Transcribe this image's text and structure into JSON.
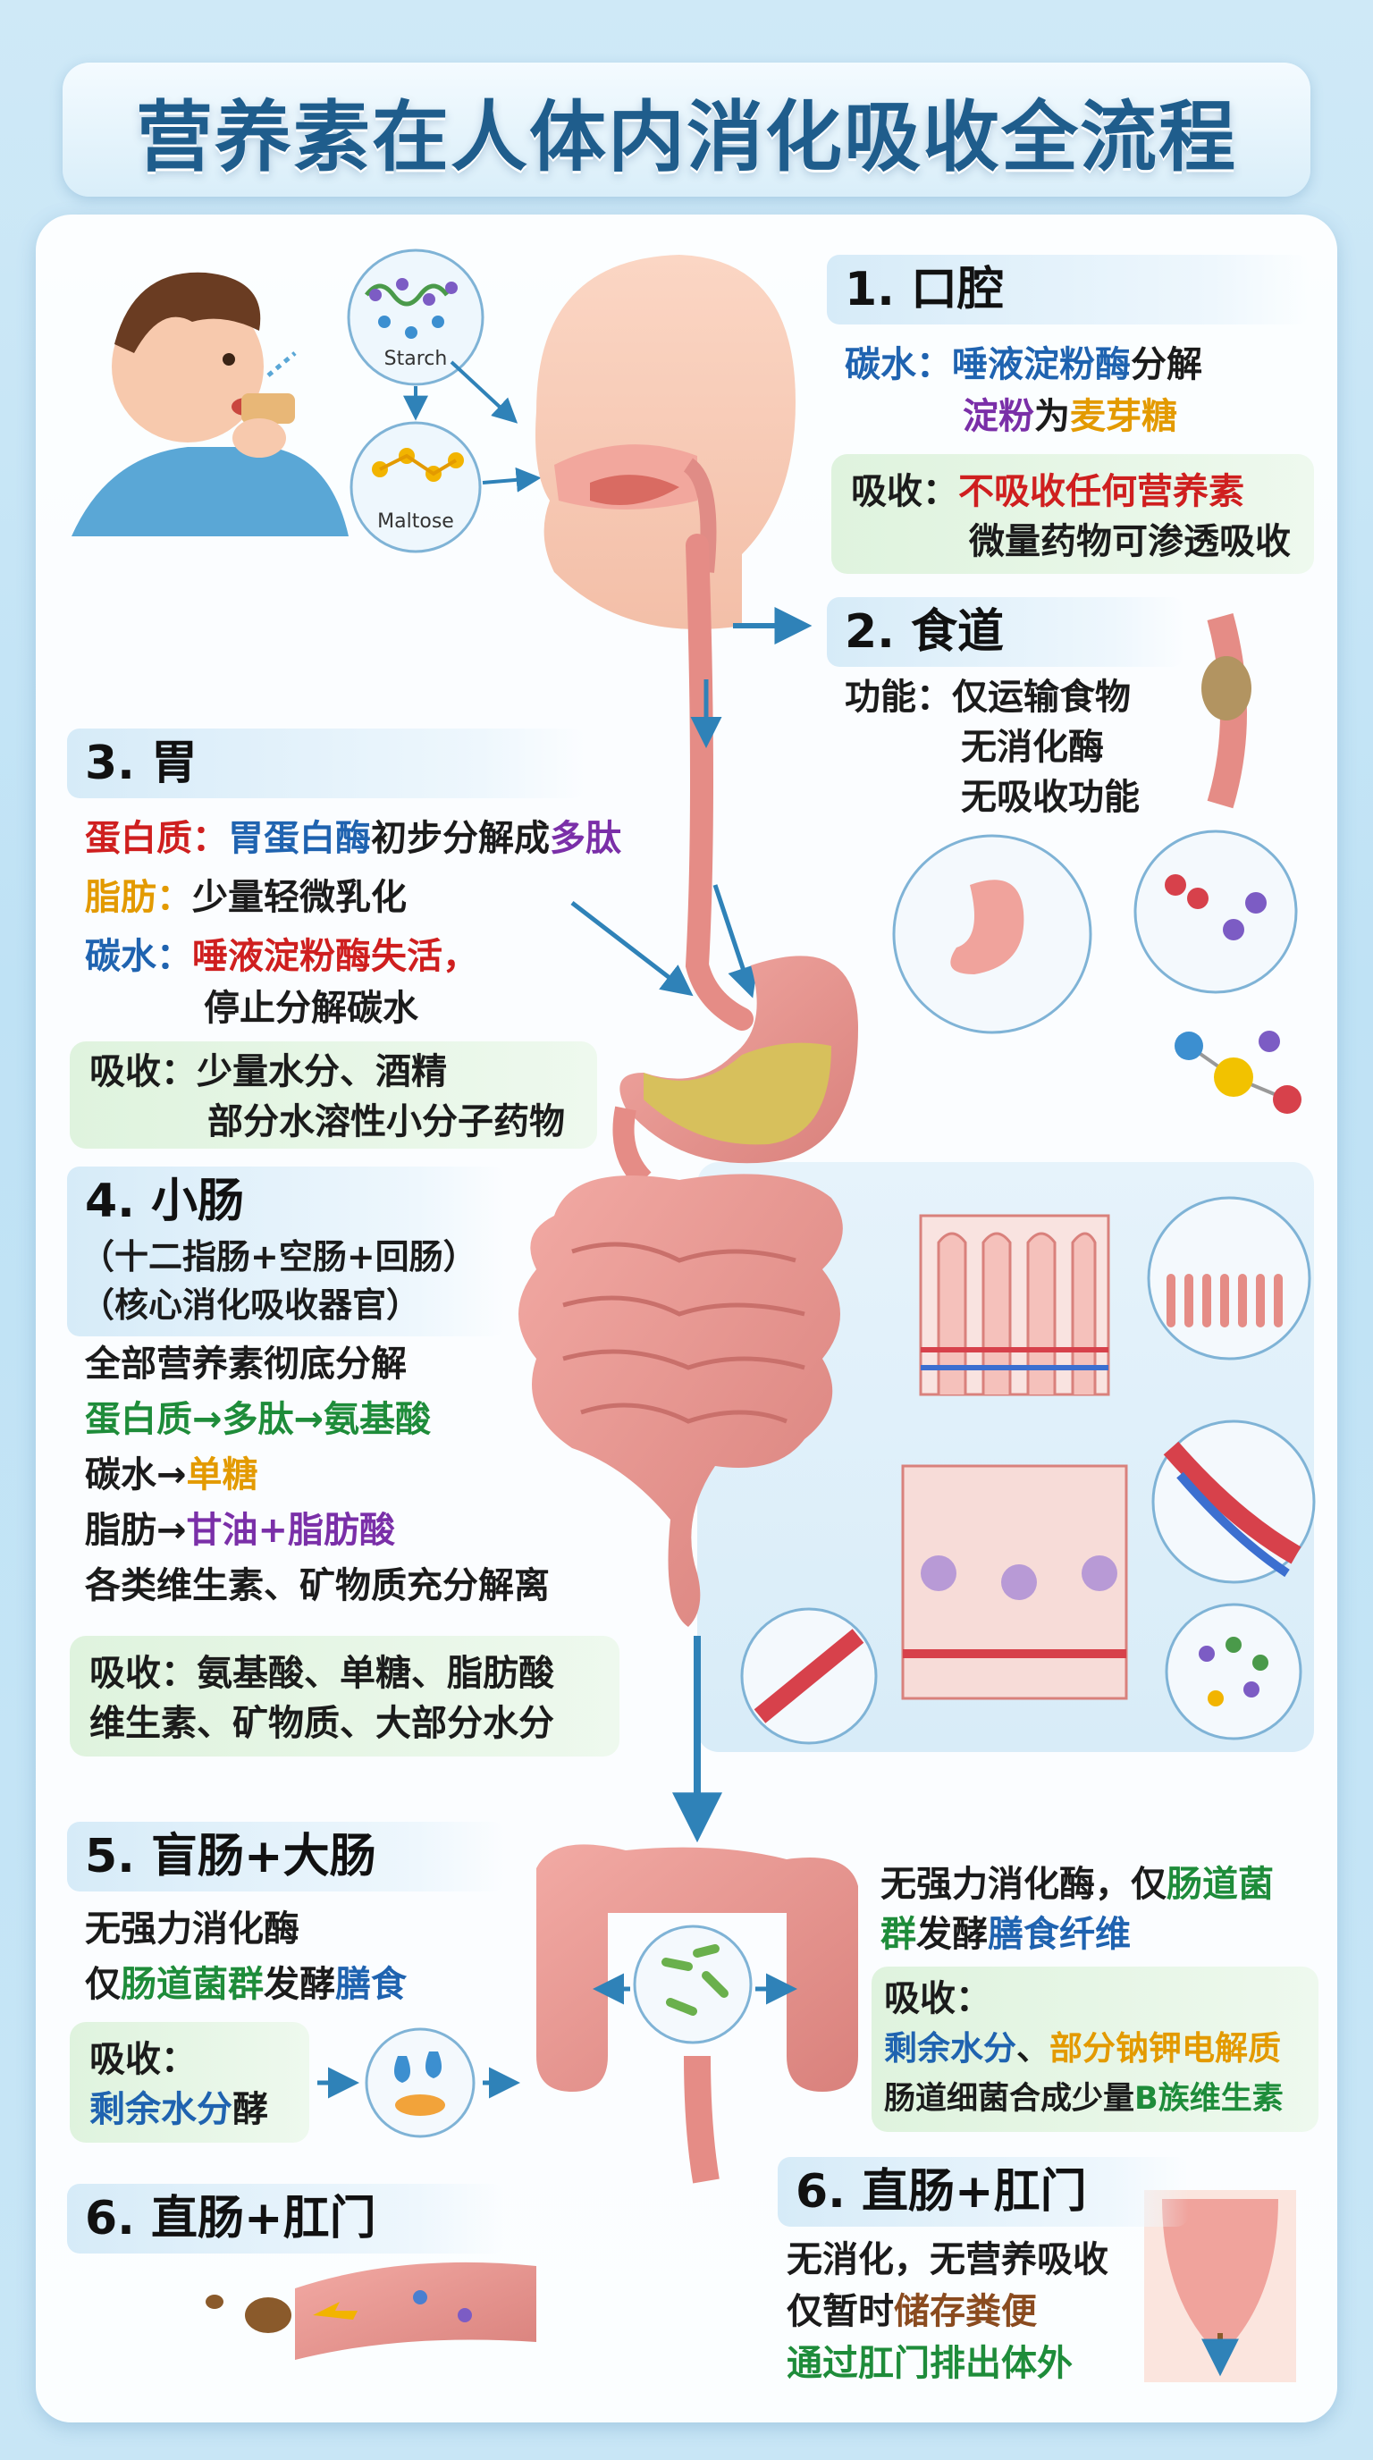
{
  "title": "营养素在人体内消化吸收全流程",
  "illustration_labels": {
    "starch": "Starch",
    "maltose": "Maltose"
  },
  "stage1": {
    "heading": "1. 口腔",
    "carb_label": "碳水：",
    "carb_enzyme": "唾液淀粉酶",
    "carb_action": "分解",
    "carb_from": "淀粉",
    "carb_to_word": "为",
    "carb_product": "麦芽糖",
    "absorb_label": "吸收：",
    "absorb_main": "不吸收任何营养素",
    "absorb_note": "微量药物可渗透吸收"
  },
  "stage2": {
    "heading": "2. 食道",
    "func_label": "功能：",
    "func_lines": [
      "仅运输食物",
      "无消化酶",
      "无吸收功能"
    ]
  },
  "stage3": {
    "heading": "3. 胃",
    "protein_label": "蛋白质：",
    "protein_enzyme": "胃蛋白酶",
    "protein_action": "初步分解成",
    "protein_product": "多肽",
    "fat_label": "脂肪：",
    "fat_text": "少量轻微乳化",
    "carb_label": "碳水：",
    "carb_text": "唾液淀粉酶失活，",
    "carb_text2": "停止分解碳水",
    "absorb_label": "吸收：",
    "absorb_line1": "少量水分、酒精",
    "absorb_line2": "部分水溶性小分子药物"
  },
  "stage4": {
    "heading": "4. 小肠",
    "sub1": "（十二指肠+空肠+回肠）",
    "sub2": "（核心消化吸收器官）",
    "line1": "全部营养素彻底分解",
    "protein_chain": "蛋白质→多肽→",
    "protein_final": "氨基酸",
    "carb_chain": "碳水→",
    "carb_final": "单糖",
    "fat_chain": "脂肪→",
    "fat_final": "甘油+脂肪酸",
    "vitamin_line": "各类维生素、矿物质充分解离",
    "absorb_label": "吸收：",
    "absorb_line1": "氨基酸、单糖、脂肪酸",
    "absorb_line2": "维生素、矿物质、大部分水分"
  },
  "stage5": {
    "heading": "5. 盲肠+大肠",
    "left_line1": "无强力消化酶",
    "left_prefix": "仅",
    "left_flora": "肠道菌群",
    "left_mid": "发酵",
    "left_fiber": "膳食",
    "left_absorb_label": "吸收：",
    "left_absorb_text": "剩余水分",
    "left_absorb_tail": "酵",
    "right_line1_a": "无强力消化酶，仅",
    "right_line1_b": "肠道菌",
    "right_line2_a": "群",
    "right_line2_b": "发酵",
    "right_line2_c": "膳食纤维",
    "right_absorb_label": "吸收：",
    "right_absorb_a": "剩余水分",
    "right_absorb_sep": "、",
    "right_absorb_b": "部分钠钾电解质",
    "right_vit_a": "肠道细菌合成少量",
    "right_vit_b": "B族维生素"
  },
  "stage6_left": {
    "heading": "6. 直肠+肛门"
  },
  "stage6_right": {
    "heading": "6. 直肠+肛门",
    "line1": "无消化，无营养吸收",
    "line2_a": "仅暂时",
    "line2_b": "储存粪便",
    "line3": "通过肛门排出体外"
  },
  "colors": {
    "title": "#1f5d8c",
    "enzyme_blue": "#1f63b0",
    "warning_red": "#cf1f1f",
    "product_purple": "#7a2fa8",
    "gold": "#e39a00",
    "green": "#1e8c3a",
    "intestine_pink": "#e89a96",
    "absorb_box_green": "#dff3de"
  }
}
